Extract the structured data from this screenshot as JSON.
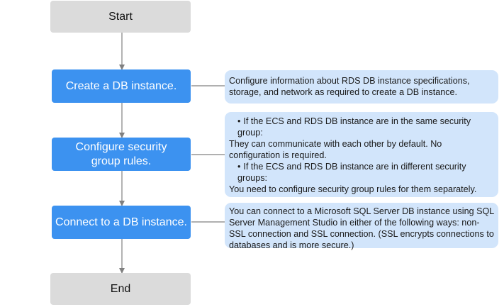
{
  "flow": {
    "start": "Start",
    "step1": "Create a DB instance.",
    "step2": "Configure security group rules.",
    "step3": "Connect to a DB instance.",
    "end": "End"
  },
  "notes": {
    "n1": "Configure information about RDS DB instance specifications, storage, and network as required to create a DB instance.",
    "n2": {
      "b1": "If the ECS and RDS DB instance are in the same security group:",
      "t1": "They can communicate with each other by default. No configuration is required.",
      "b2": "If the ECS and RDS DB instance are in different security groups:",
      "t2": "You need to configure security group rules for them separately."
    },
    "n3": "You can connect to a Microsoft SQL Server DB instance using SQL Server Management Studio in either of the following ways: non-SSL connection and SSL connection. (SSL encrypts connections to databases and is more secure.)"
  },
  "colors": {
    "terminal_fill": "#dbdbdb",
    "step_fill": "#3c92f0",
    "note_fill": "#d2e5fb",
    "connector": "#808080"
  }
}
